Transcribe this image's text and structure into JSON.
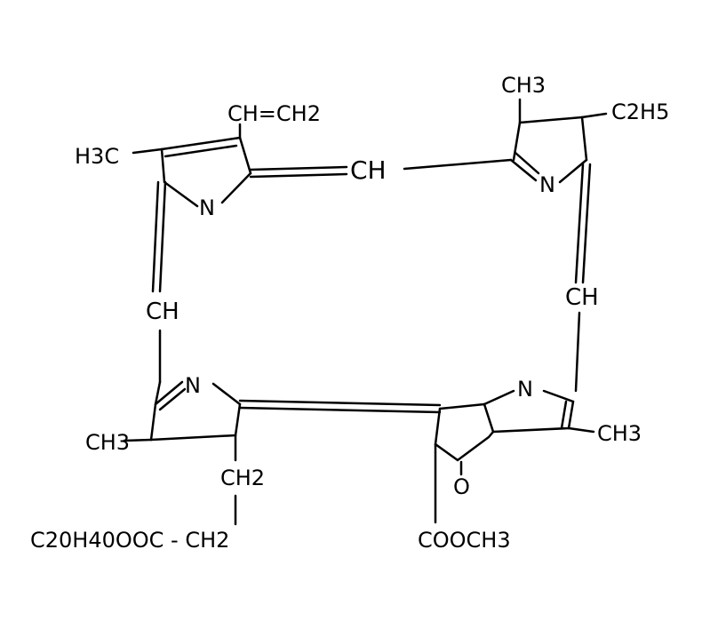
{
  "labels": {
    "vinyl": "CH=CH2",
    "h3c_topleft": "H3C",
    "ch_top": "CH",
    "ch3_topright": "CH3",
    "ethyl": "C2H5",
    "n_topleft": "N",
    "n_topright": "N",
    "ch_left": "CH",
    "ch_right": "CH",
    "n_bottomleft": "N",
    "n_bottomright": "N",
    "ch3_bottomleft": "CH3",
    "ch3_bottomright": "CH3",
    "ch2_bottomleft": "CH2",
    "oxo": "O",
    "phytyl_ester": "C20H40OOC - CH2",
    "methyl_ester": "COOCH3"
  }
}
